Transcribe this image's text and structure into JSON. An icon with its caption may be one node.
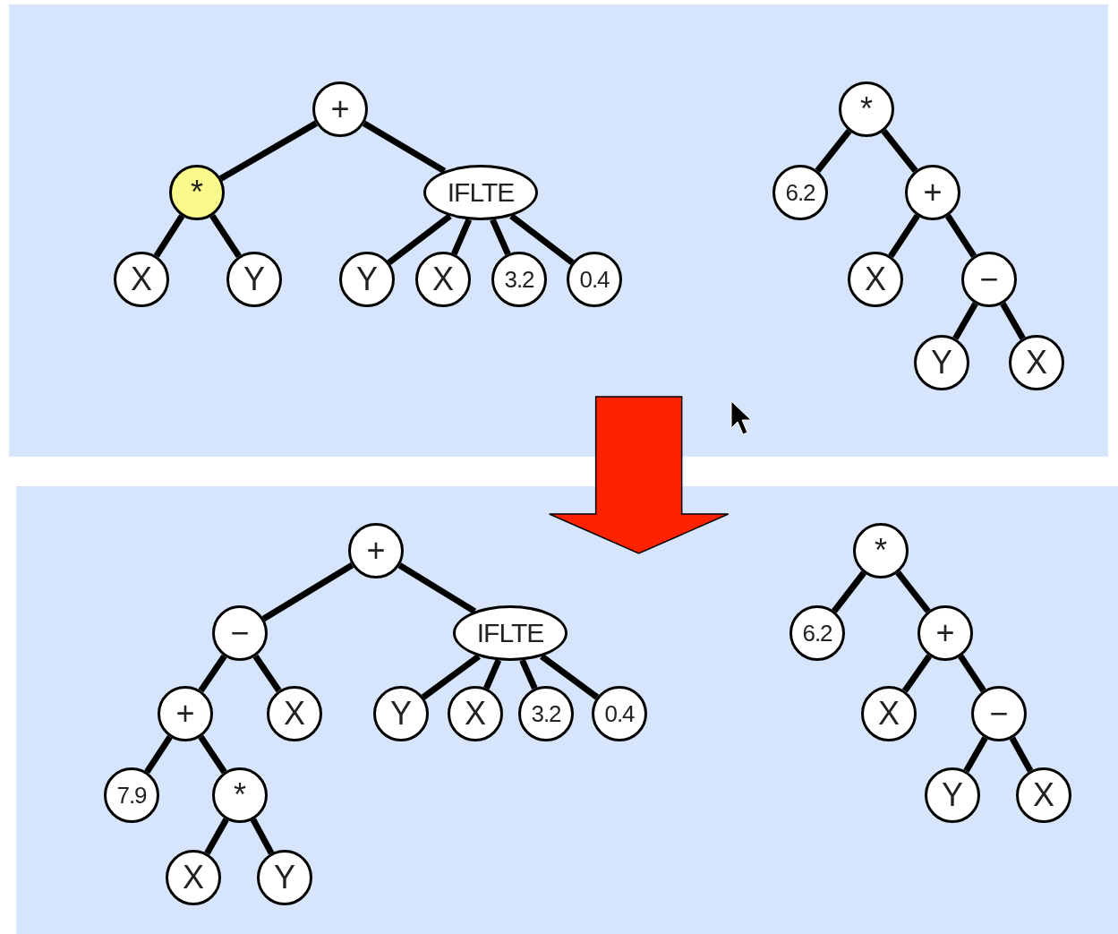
{
  "diagram": {
    "nodes": [
      {
        "text": [],
        "shape": "box"
      },
      {
        "text": [
          "+"
        ],
        "in": 0
      },
      {
        "text": [
          "*"
        ],
        "in": 0
      },
      {
        "text": [
          "IFLTE"
        ],
        "in": 0
      },
      {
        "text": [
          "X"
        ],
        "in": 0
      },
      {
        "text": [
          "Y"
        ],
        "in": 0
      },
      {
        "text": [
          "Y"
        ],
        "in": 0
      },
      {
        "text": [
          "X"
        ],
        "in": 0
      },
      {
        "text": [
          "3.2"
        ],
        "in": 0
      },
      {
        "text": [
          "0.4"
        ],
        "in": 0
      },
      {
        "text": [
          "*"
        ],
        "in": 0
      },
      {
        "text": [
          "6.2"
        ],
        "in": 0
      },
      {
        "text": [
          "+"
        ],
        "in": 0
      },
      {
        "text": [
          "X"
        ],
        "in": 0
      },
      {
        "text": [
          "−"
        ],
        "in": 0
      },
      {
        "text": [
          "Y"
        ],
        "in": 0
      },
      {
        "text": [
          "X"
        ],
        "in": 0
      },
      {
        "text": [],
        "shape": "box"
      },
      {
        "text": [
          "+"
        ],
        "in": 17
      },
      {
        "text": [
          "−"
        ],
        "in": 17
      },
      {
        "text": [
          "IFLTE"
        ],
        "in": 17
      },
      {
        "text": [
          "+"
        ],
        "in": 17
      },
      {
        "text": [
          "X"
        ],
        "in": 17
      },
      {
        "text": [
          "Y"
        ],
        "in": 17
      },
      {
        "text": [
          "X"
        ],
        "in": 17
      },
      {
        "text": [
          "3.2"
        ],
        "in": 17
      },
      {
        "text": [
          "0.4"
        ],
        "in": 17
      },
      {
        "text": [
          "7.9"
        ],
        "in": 17
      },
      {
        "text": [
          "*"
        ],
        "in": 17
      },
      {
        "text": [
          "X"
        ],
        "in": 17
      },
      {
        "text": [
          "Y"
        ],
        "in": 17
      },
      {
        "text": [
          "*"
        ],
        "in": 17
      },
      {
        "text": [
          "6.2"
        ],
        "in": 17
      },
      {
        "text": [
          "+"
        ],
        "in": 17
      },
      {
        "text": [
          "X"
        ],
        "in": 17
      },
      {
        "text": [
          "−"
        ],
        "in": 17
      },
      {
        "text": [
          "Y"
        ],
        "in": 17
      },
      {
        "text": [
          "X"
        ],
        "in": 17
      }
    ],
    "edges": [
      {
        "from": 1,
        "to": 2,
        "arrow": "none"
      },
      {
        "from": 1,
        "to": 3,
        "arrow": "none"
      },
      {
        "from": 2,
        "to": 4,
        "arrow": "none"
      },
      {
        "from": 2,
        "to": 5,
        "arrow": "none"
      },
      {
        "from": 3,
        "to": 6,
        "arrow": "none"
      },
      {
        "from": 3,
        "to": 7,
        "arrow": "none"
      },
      {
        "from": 3,
        "to": 8,
        "arrow": "none"
      },
      {
        "from": 3,
        "to": 9,
        "arrow": "none"
      },
      {
        "from": 10,
        "to": 11,
        "arrow": "none"
      },
      {
        "from": 10,
        "to": 12,
        "arrow": "none"
      },
      {
        "from": 12,
        "to": 13,
        "arrow": "none"
      },
      {
        "from": 12,
        "to": 14,
        "arrow": "none"
      },
      {
        "from": 14,
        "to": 15,
        "arrow": "none"
      },
      {
        "from": 14,
        "to": 16,
        "arrow": "none"
      },
      {
        "from": 0,
        "to": 17,
        "arrow": "to",
        "style": "thick",
        "color": "#ff2200"
      },
      {
        "from": 18,
        "to": 19,
        "arrow": "none"
      },
      {
        "from": 18,
        "to": 20,
        "arrow": "none"
      },
      {
        "from": 19,
        "to": 21,
        "arrow": "none"
      },
      {
        "from": 19,
        "to": 22,
        "arrow": "none"
      },
      {
        "from": 20,
        "to": 23,
        "arrow": "none"
      },
      {
        "from": 20,
        "to": 24,
        "arrow": "none"
      },
      {
        "from": 20,
        "to": 25,
        "arrow": "none"
      },
      {
        "from": 20,
        "to": 26,
        "arrow": "none"
      },
      {
        "from": 21,
        "to": 27,
        "arrow": "none"
      },
      {
        "from": 21,
        "to": 28,
        "arrow": "none"
      },
      {
        "from": 28,
        "to": 29,
        "arrow": "none"
      },
      {
        "from": 28,
        "to": 30,
        "arrow": "none"
      },
      {
        "from": 31,
        "to": 32,
        "arrow": "none"
      },
      {
        "from": 31,
        "to": 33,
        "arrow": "none"
      },
      {
        "from": 33,
        "to": 34,
        "arrow": "none"
      },
      {
        "from": 33,
        "to": 35,
        "arrow": "none"
      },
      {
        "from": 35,
        "to": 36,
        "arrow": "none"
      },
      {
        "from": 35,
        "to": 37,
        "arrow": "none"
      }
    ]
  }
}
